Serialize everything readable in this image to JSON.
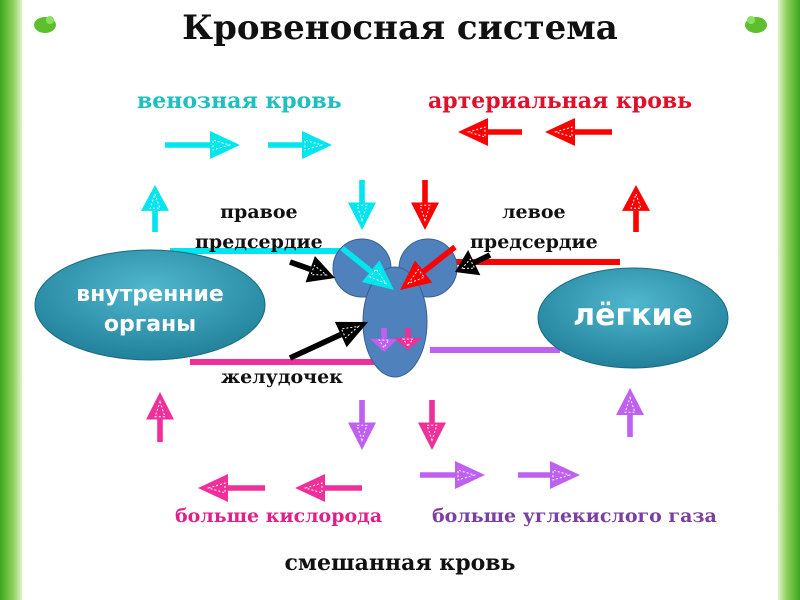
{
  "title": "Кровеносная система",
  "labels": {
    "venous": "венозная кровь",
    "arterial": "артериальная кровь",
    "right_atrium": [
      "правое",
      "предсердие"
    ],
    "left_atrium": [
      "левое",
      "предсердие"
    ],
    "ventricle": "желудочек",
    "more_oxygen": "больше кислорода",
    "more_co2": "больше углекислого газа",
    "mixed": "смешанная кровь"
  },
  "nodes": {
    "organs": [
      "внутренние",
      "органы"
    ],
    "lungs": "лёгкие"
  },
  "colors": {
    "venous": "#00e5ee",
    "arterial": "#ff0000",
    "oxygen": "#f0309a",
    "co2": "#c060f0",
    "heart": "#4f81bd",
    "node": "#2a8fa8"
  }
}
